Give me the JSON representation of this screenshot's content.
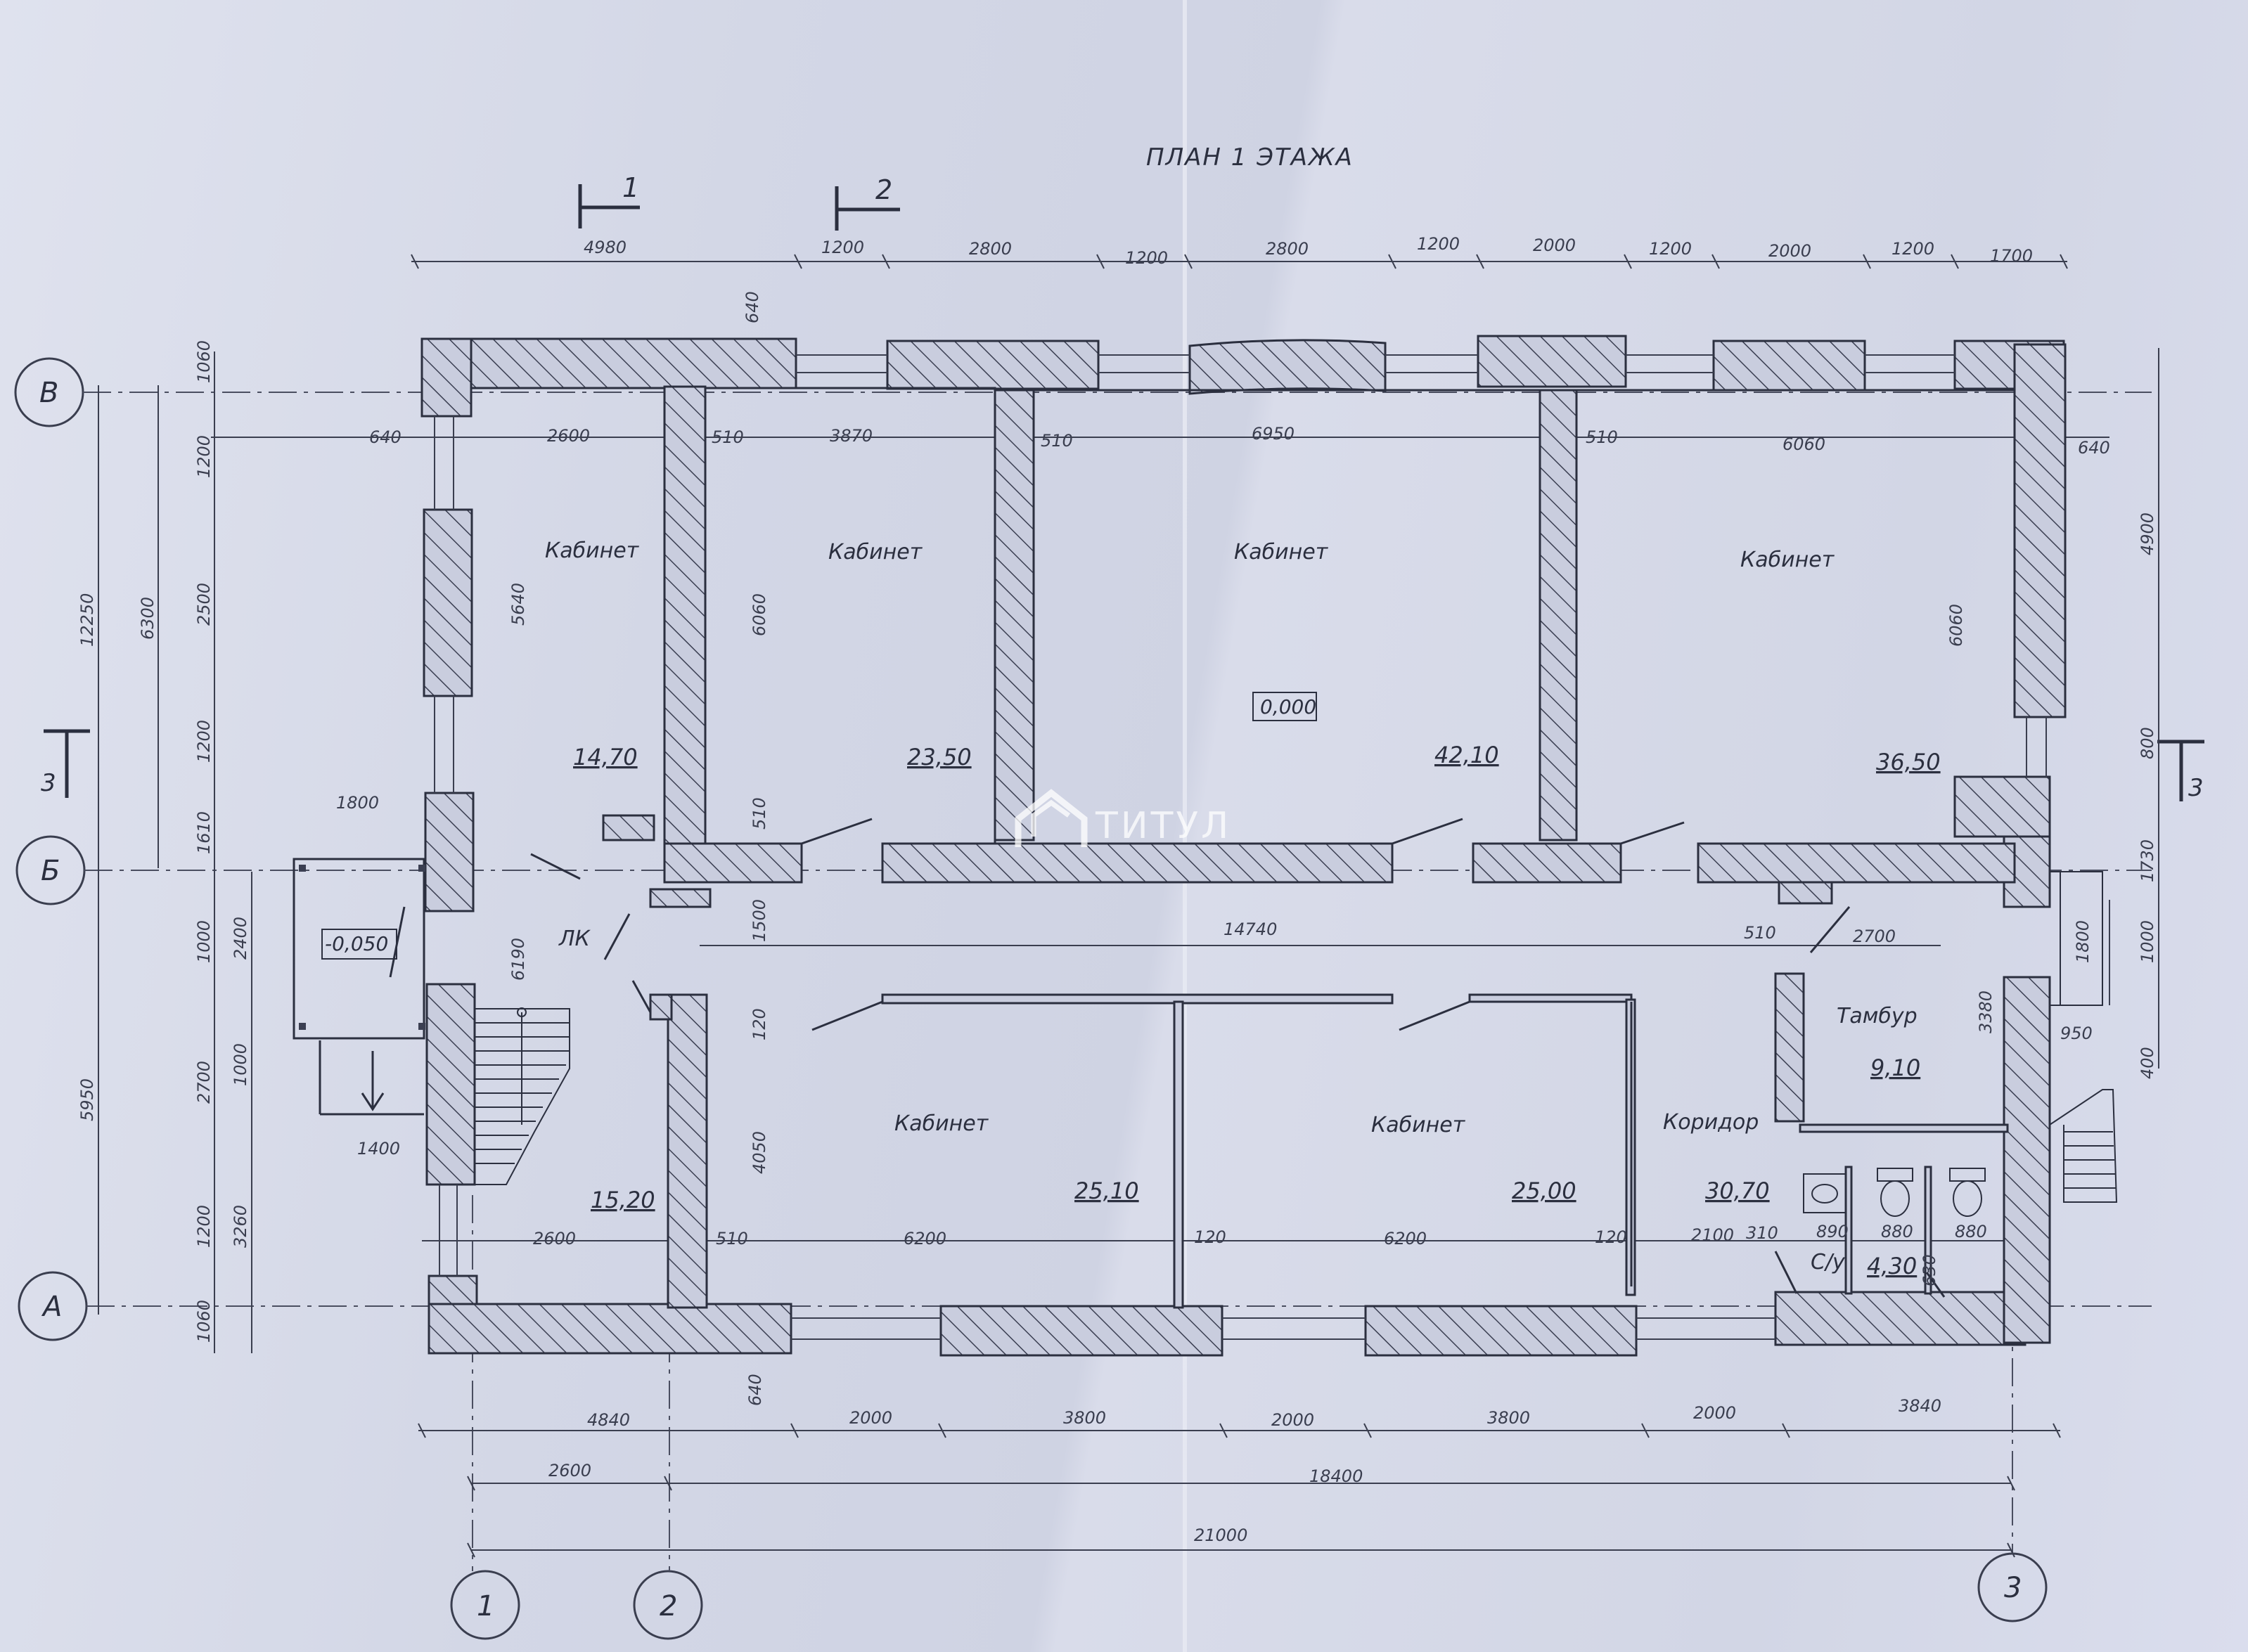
{
  "plan_title": "ПЛАН 1 ЭТАЖА",
  "watermark": "ТИТУЛ",
  "section_marks": [
    "1",
    "2",
    "3",
    "3"
  ],
  "axes_letters": [
    "В",
    "Б",
    "А"
  ],
  "axes_numbers": [
    "1",
    "2",
    "3"
  ],
  "rooms": [
    {
      "name": "Кабинет",
      "area": "14,70"
    },
    {
      "name": "Кабинет",
      "area": "23,50"
    },
    {
      "name": "Кабинет",
      "area": "42,10"
    },
    {
      "name": "Кабинет",
      "area": "36,50"
    },
    {
      "name": "ЛК",
      "area": "15,20"
    },
    {
      "name": "Кабинет",
      "area": "25,10"
    },
    {
      "name": "Кабинет",
      "area": "25,00"
    },
    {
      "name": "Коридор",
      "area": "30,70"
    },
    {
      "name": "Тамбур",
      "area": "9,10"
    },
    {
      "name": "С/у",
      "area": "4,30"
    }
  ],
  "levels": {
    "main": "0,000",
    "porch": "-0,050"
  },
  "dims_top": [
    "4980",
    "1200",
    "2800",
    "1200",
    "2800",
    "1200",
    "2000",
    "1200",
    "2000",
    "1200",
    "1700"
  ],
  "dims_top_inner": [
    "640",
    "2600",
    "510",
    "3870",
    "510",
    "6950",
    "510",
    "6060",
    "640"
  ],
  "dims_corridor": [
    "14740",
    "510",
    "2700"
  ],
  "dims_bottom_inner": [
    "2600",
    "510",
    "6200",
    "120",
    "6200",
    "120",
    "2100",
    "310",
    "890",
    "880",
    "880",
    "630"
  ],
  "dims_bottom_1": [
    "4840",
    "2000",
    "3800",
    "2000",
    "3800",
    "2000",
    "3840"
  ],
  "dims_bottom_2": [
    "2600",
    "18400"
  ],
  "dims_bottom_3": [
    "21000"
  ],
  "dims_left_outer": [
    "12250",
    "5950"
  ],
  "dims_left_mid": [
    "6300"
  ],
  "dims_left_inner": [
    "1060",
    "1200",
    "2500",
    "1200",
    "1610",
    "1000",
    "2700",
    "1200",
    "1060"
  ],
  "dims_left_porch": [
    "2400",
    "3260",
    "1000"
  ],
  "dims_porch_h": [
    "1800",
    "1400"
  ],
  "dims_vertical_rooms": [
    "640",
    "5640",
    "6060",
    "510",
    "1500",
    "6190",
    "120",
    "4050",
    "640",
    "6060",
    "3380"
  ],
  "dims_right": [
    "4900",
    "800",
    "1730",
    "1800",
    "1000",
    "950",
    "400"
  ]
}
